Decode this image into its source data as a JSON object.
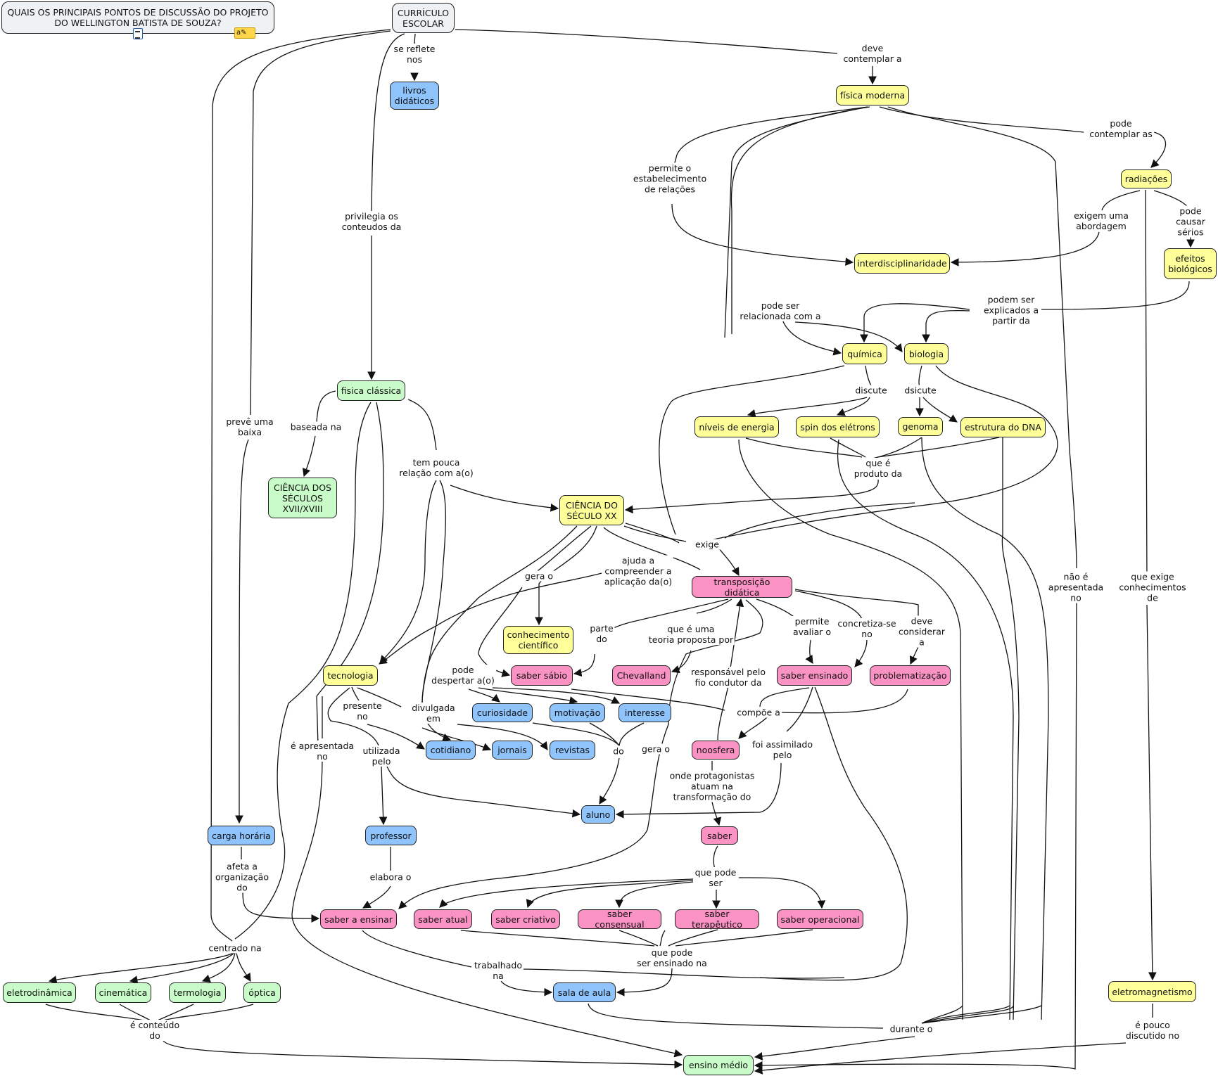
{
  "title": {
    "text": "QUAIS OS PRINCIPAIS PONTOS DE DISCUSSÃO DO PROJETO\nDO WELLINGTON BATISTA DE SOUZA?",
    "icons": [
      "document-image-icon",
      "annotation-note-icon"
    ],
    "note_icon_glyph": "a✎"
  },
  "colors": {
    "yellow": "#ffff99",
    "blue": "#8fc3fb",
    "pink": "#fb92c4",
    "green": "#c8fbc8",
    "title_bg": "#eef2f4",
    "line": "#111111"
  },
  "nodes": {
    "curriculo": "CURRÍCULO\nESCOLAR",
    "livros": "livros\ndidáticos",
    "fisica_moderna": "física moderna",
    "radiacoes": "radiações",
    "efeitos": "efeitos\nbiológicos",
    "interdisciplinaridade": "interdisciplinaridade",
    "quimica": "química",
    "biologia": "biologia",
    "niveis": "níveis de energia",
    "spin": "spin dos elétrons",
    "genoma": "genoma",
    "dna": "estrutura do DNA",
    "fisica_classica": "fisica clássica",
    "ciencia_xvii": "CIÊNCIA DOS\nSÉCULOS\nXVII/XVIII",
    "ciencia_xx": "CIÊNCIA DO\nSÉCULO XX",
    "transposicao": "transposição didática",
    "conhecimento": "conhecimento\ncientífico",
    "tecnologia": "tecnologia",
    "saber_sabio": "saber sábio",
    "chevalland": "Chevalland",
    "saber_ensinado": "saber ensinado",
    "problematizacao": "problematização",
    "curiosidade": "curiosidade",
    "motivacao": "motivação",
    "interesse": "interesse",
    "cotidiano": "cotidiano",
    "jornais": "jornais",
    "revistas": "revistas",
    "noosfera": "noosfera",
    "aluno": "aluno",
    "carga": "carga horária",
    "professor": "professor",
    "saber": "saber",
    "saber_a_ensinar": "saber a ensinar",
    "saber_atual": "saber atual",
    "saber_criativo": "saber criativo",
    "saber_consensual": "saber consensual",
    "saber_terapeutico": "saber terapêutico",
    "saber_operacional": "saber operacional",
    "eletrodinamica": "eletrodinâmica",
    "cinematica": "cinemática",
    "termologia": "termologia",
    "optica": "óptica",
    "sala": "sala de aula",
    "eletromagnetismo": "eletromagnetismo",
    "ensino_medio": "ensino médio"
  },
  "links": {
    "se_reflete": "se reflete\nnos",
    "deve_contemplar": "deve\ncontemplar a",
    "pode_contemplar": "pode\ncontemplar as",
    "permite_estab": "permite o\nestabelecimento\nde relações",
    "exigem_abordagem": "exigem uma\nabordagem",
    "pode_causar": "pode causar\nsérios",
    "privilegia": "privilegia os\nconteudos da",
    "pode_ser_relacionada": "pode ser\nrelacionada com a",
    "podem_ser_explicados": "podem ser\nexplicados a\npartir da",
    "discute": "discute",
    "dsicute": "dsicute",
    "que_e_produto": "que é\nproduto da",
    "preve": "prevê uma\nbaixa",
    "baseada": "baseada na",
    "tem_pouca": "tem pouca\nrelação com a(o)",
    "exige": "exige",
    "gera_o_1": "gera o",
    "ajuda": "ajuda a\ncompreender a\naplicação da(o)",
    "parte_do": "parte\ndo",
    "que_e_teoria": "que é uma\nteoria proposta por",
    "permite_avaliar": "permite\navaliar o",
    "concretiza": "concretiza-se\nno",
    "deve_considerar": "deve\nconsiderar\na",
    "nao_e_apresentada": "não é\napresentada\nno",
    "que_exige": "que exige\nconhecimentos\nde",
    "pode_despertar": "pode\ndespertar a(o)",
    "responsavel": "responsável pelo\nfio condutor da",
    "compoe": "compõe a",
    "presente": "presente\nno",
    "divulgada": "divulgada\nem",
    "e_apresentada": "é apresentada\nno",
    "utilizada": "utilizada\npelo",
    "do": "do",
    "gera_o_2": "gera o",
    "foi_assimilado": "foi assimilado\npelo",
    "onde_protagonistas": "onde protagonistas\natuam na\ntransformação do",
    "afeta": "afeta a\norganização\ndo",
    "elabora": "elabora o",
    "que_pode_ser": "que pode\nser",
    "centrado": "centrado na",
    "que_pode_ser_ensinado": "que pode\nser ensinado na",
    "trabalhado": "trabalhado\nna",
    "e_conteudo": "é conteúdo\ndo",
    "durante": "durante o",
    "e_pouco": "é pouco\ndiscutido no"
  }
}
